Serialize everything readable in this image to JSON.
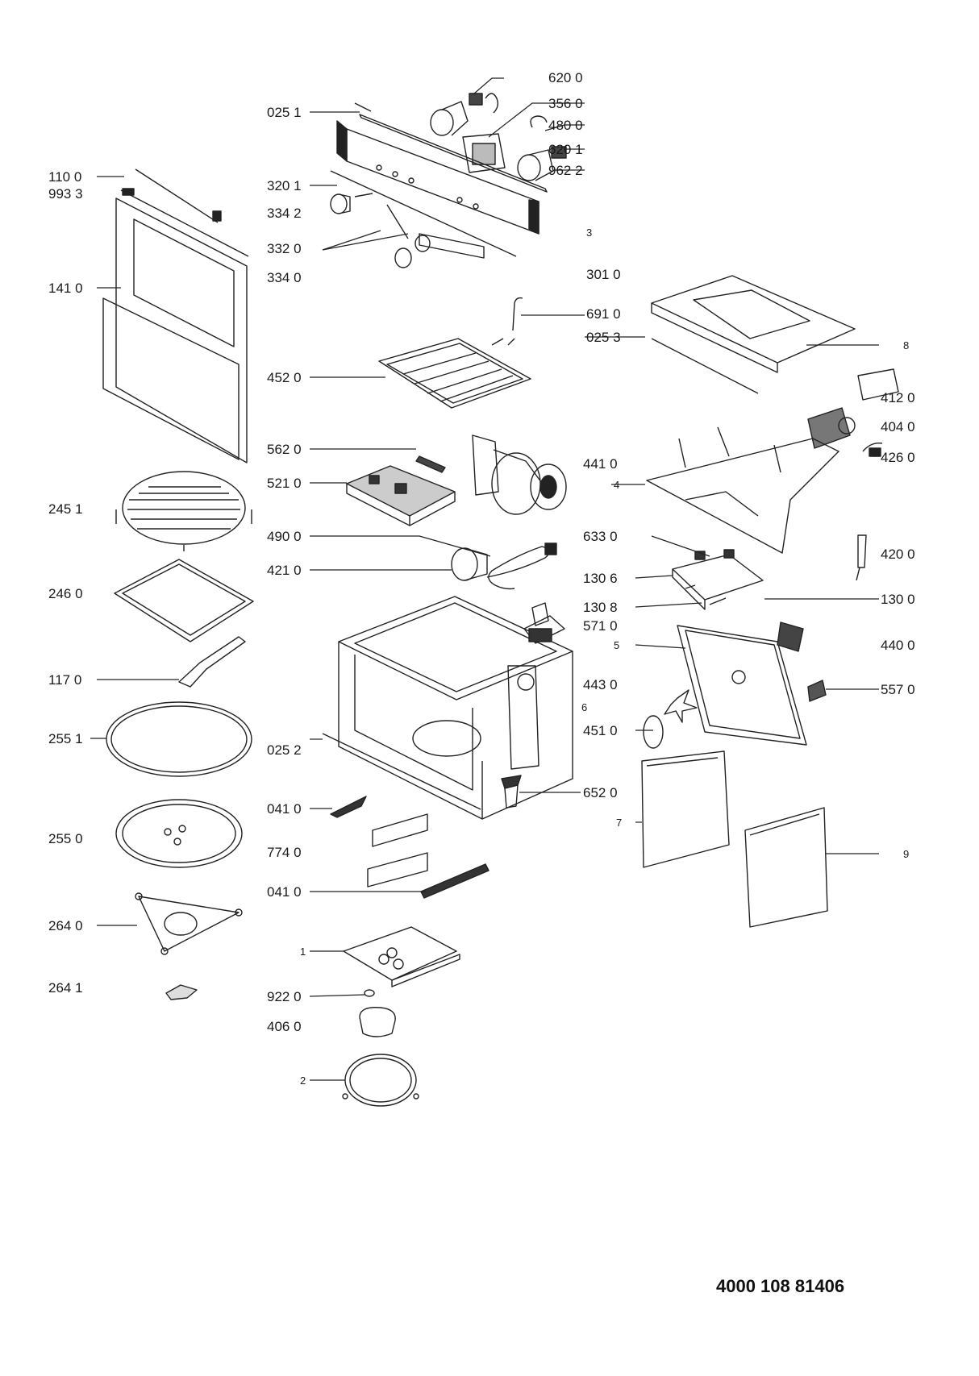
{
  "document_number": "4000 108 81406",
  "labels": {
    "l6200": "620 0",
    "l3560": "356 0",
    "l4800": "480 0",
    "l6201": "620 1",
    "l9622": "962 2",
    "l0251": "025 1",
    "l1100": "110 0",
    "l9933": "993 3",
    "l3201": "320 1",
    "l3342": "334 2",
    "l3320": "332 0",
    "l3": "3",
    "l3340": "334 0",
    "l3010": "301 0",
    "l1410": "141 0",
    "l6910": "691 0",
    "l0253": "025 3",
    "l8a": "8",
    "l4520": "452 0",
    "l4120": "412 0",
    "l4040": "404 0",
    "l5620": "562 0",
    "l4410": "441 0",
    "l4260": "426 0",
    "l5210": "521 0",
    "l4": "4",
    "l2451": "245 1",
    "l4900": "490 0",
    "l6330": "633 0",
    "l4200": "420 0",
    "l4210": "421 0",
    "l2460": "246 0",
    "l1306": "130 6",
    "l1300": "130 0",
    "l1308": "130 8",
    "l5710": "571 0",
    "l4400": "440 0",
    "l5": "5",
    "l1170": "117 0",
    "l4430": "443 0",
    "l5570": "557 0",
    "l6": "6",
    "l2551": "255 1",
    "l4510": "451 0",
    "l0252": "025 2",
    "l6520": "652 0",
    "l0410a": "041 0",
    "l7": "7",
    "l2550": "255 0",
    "l7740": "774 0",
    "l9": "9",
    "l0410b": "041 0",
    "l2640": "264 0",
    "l1": "1",
    "l2641": "264 1",
    "l9220": "922 0",
    "l4060": "406 0",
    "l2": "2"
  }
}
